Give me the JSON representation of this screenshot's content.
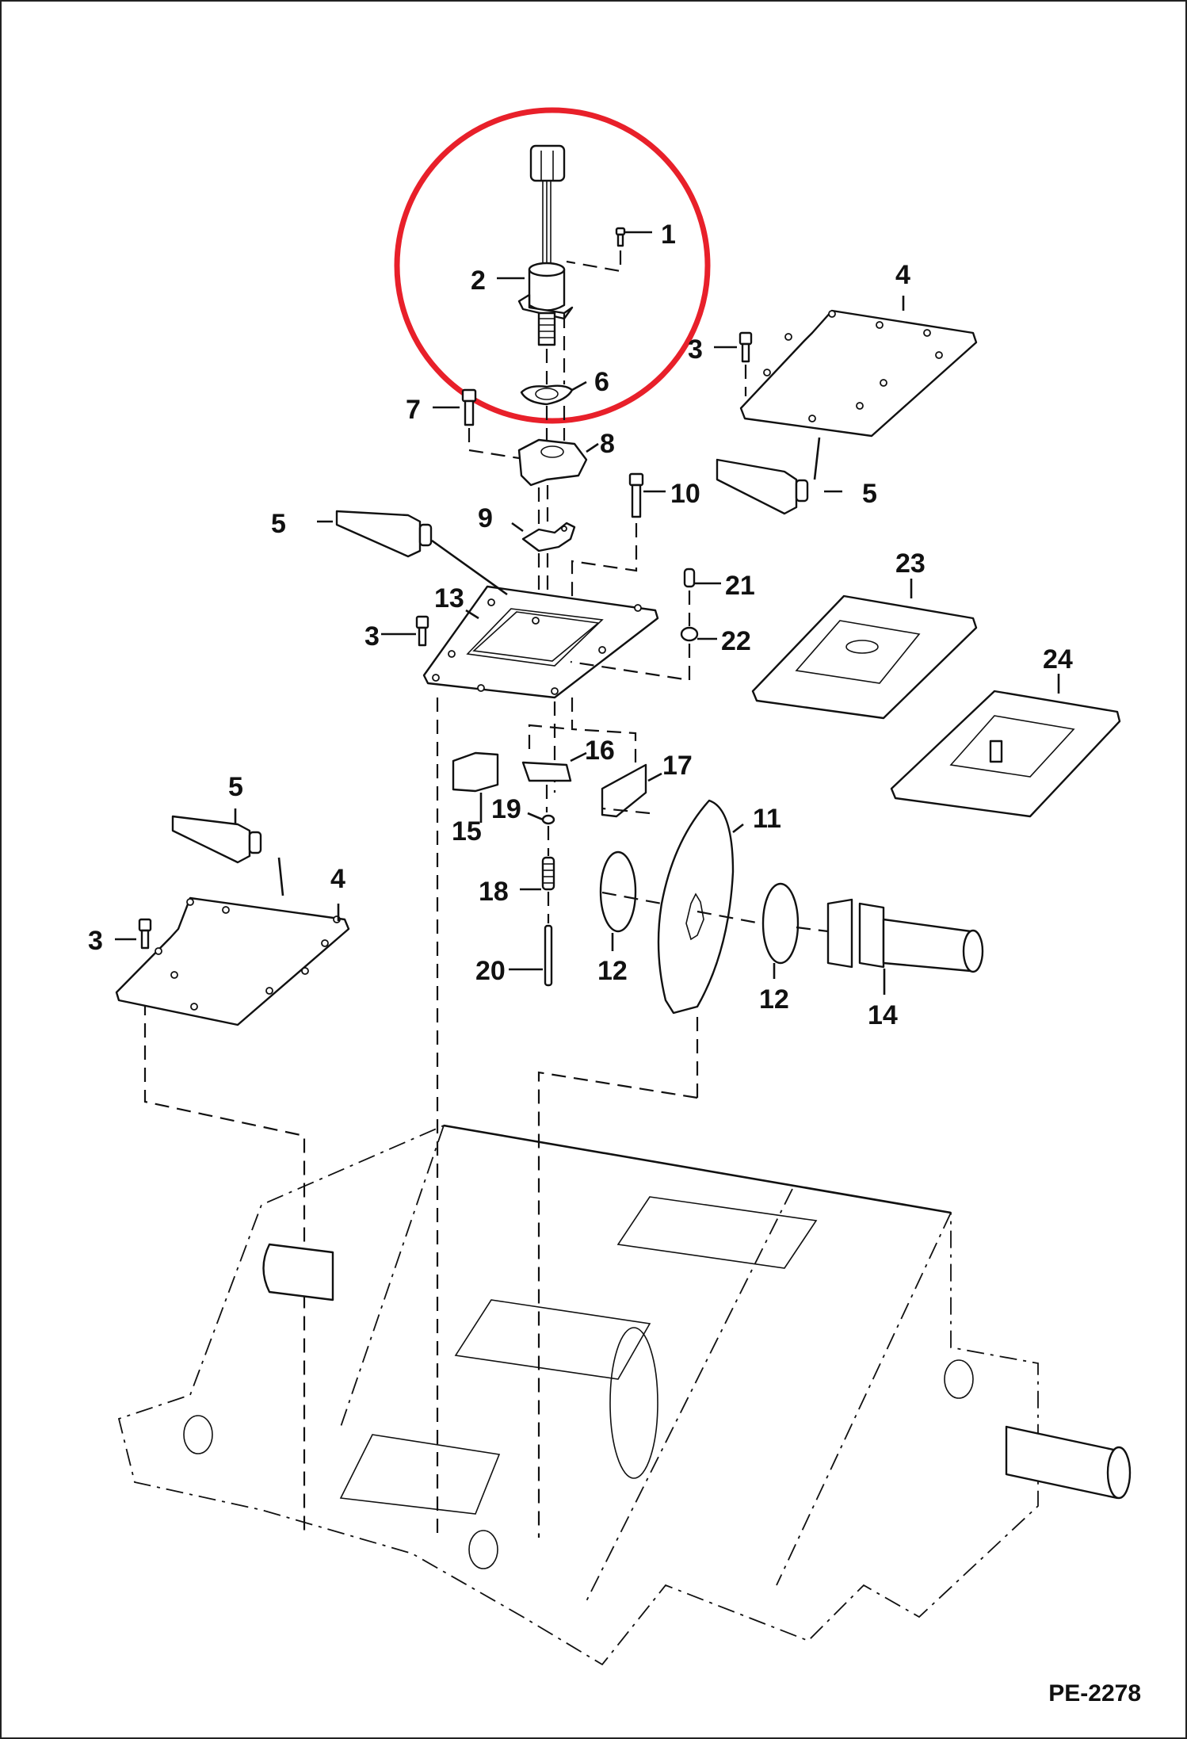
{
  "drawing": {
    "id": "PE-2278",
    "highlight_color": "#e8202a",
    "highlighted_parts": [
      "1",
      "2"
    ]
  },
  "callouts": [
    {
      "ref": "1",
      "text": "1"
    },
    {
      "ref": "2",
      "text": "2"
    },
    {
      "ref": "3a",
      "text": "3"
    },
    {
      "ref": "4a",
      "text": "4"
    },
    {
      "ref": "6",
      "text": "6"
    },
    {
      "ref": "7",
      "text": "7"
    },
    {
      "ref": "8",
      "text": "8"
    },
    {
      "ref": "5a",
      "text": "5"
    },
    {
      "ref": "10",
      "text": "10"
    },
    {
      "ref": "5b",
      "text": "5"
    },
    {
      "ref": "9",
      "text": "9"
    },
    {
      "ref": "21",
      "text": "21"
    },
    {
      "ref": "13",
      "text": "13"
    },
    {
      "ref": "23",
      "text": "23"
    },
    {
      "ref": "3b",
      "text": "3"
    },
    {
      "ref": "22",
      "text": "22"
    },
    {
      "ref": "24",
      "text": "24"
    },
    {
      "ref": "16",
      "text": "16"
    },
    {
      "ref": "17",
      "text": "17"
    },
    {
      "ref": "5c",
      "text": "5"
    },
    {
      "ref": "15",
      "text": "15"
    },
    {
      "ref": "19",
      "text": "19"
    },
    {
      "ref": "11",
      "text": "11"
    },
    {
      "ref": "4b",
      "text": "4"
    },
    {
      "ref": "18",
      "text": "18"
    },
    {
      "ref": "3c",
      "text": "3"
    },
    {
      "ref": "20",
      "text": "20"
    },
    {
      "ref": "12a",
      "text": "12"
    },
    {
      "ref": "12b",
      "text": "12"
    },
    {
      "ref": "14",
      "text": "14"
    }
  ]
}
